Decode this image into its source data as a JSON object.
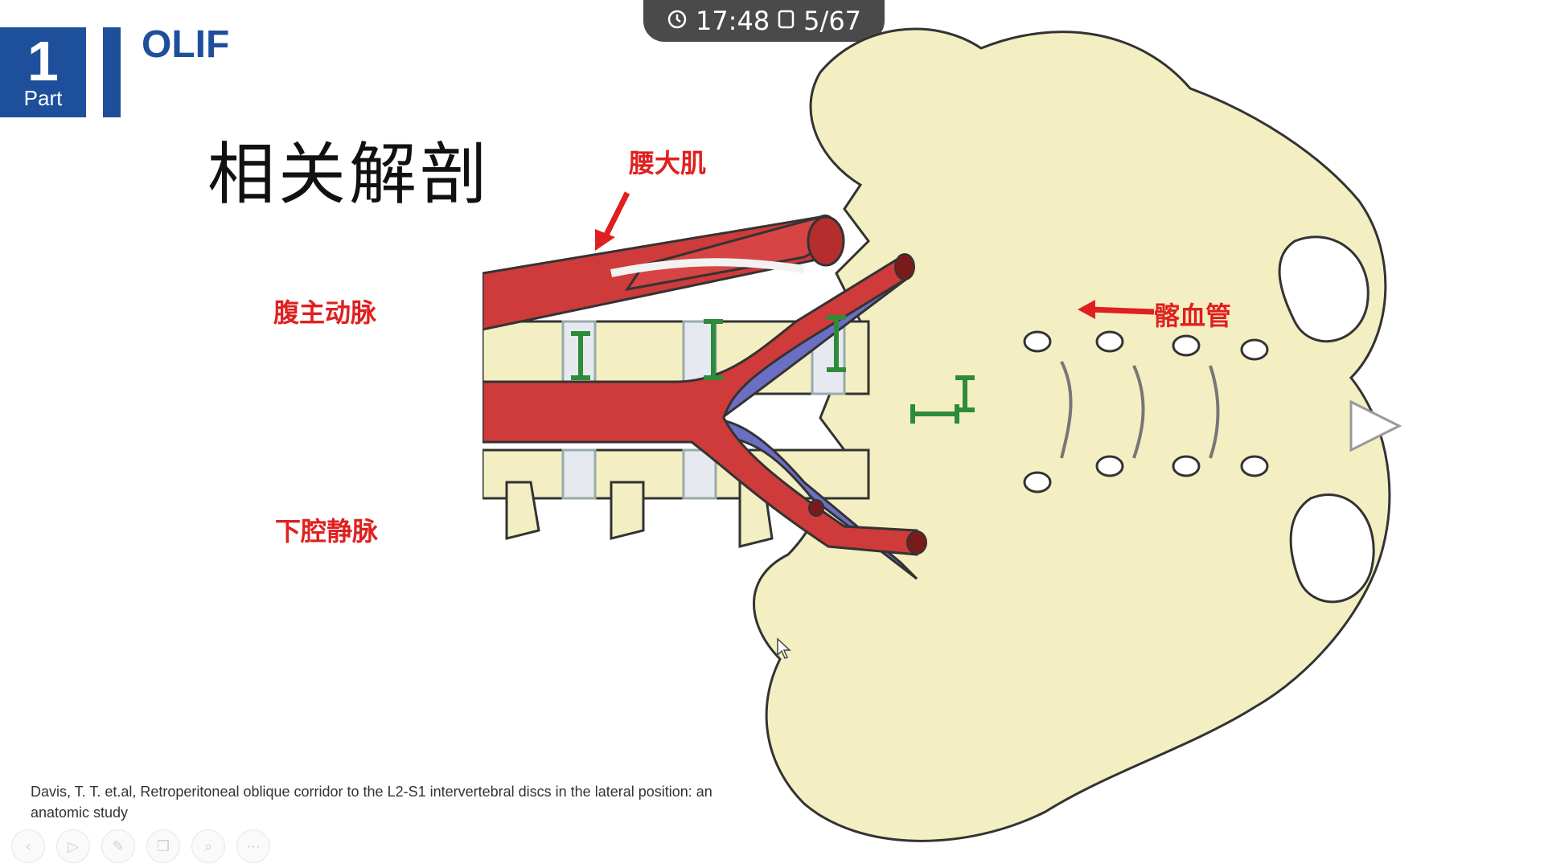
{
  "slide": {
    "part_number": "1",
    "part_label": "Part",
    "section_title": "OLIF",
    "heading": "相关解剖",
    "citation_line1": "Davis, T. T. et.al, Retroperitoneal oblique corridor to the L2-S1 intervertebral discs in the lateral position: an",
    "citation_line2": "anatomic study"
  },
  "timer": {
    "time": "17:48",
    "page": "5/67",
    "clock_icon": "clock-icon",
    "page_icon": "slide-page-icon"
  },
  "labels": {
    "psoas": "腰大肌",
    "aorta": "腹主动脉",
    "ivc": "下腔静脉",
    "iliac": "髂血管"
  },
  "colors": {
    "brand_blue": "#1e4f9b",
    "label_red": "#e02020",
    "bone": "#f3efc2",
    "muscle_red": "#cf3a3a",
    "vein_blue": "#6b6fc4",
    "marker_green": "#2e8b3a"
  },
  "toolbar": [
    {
      "icon": "prev-icon",
      "glyph": "‹"
    },
    {
      "icon": "play-icon",
      "glyph": "▷"
    },
    {
      "icon": "pen-icon",
      "glyph": "✎"
    },
    {
      "icon": "copy-icon",
      "glyph": "❐"
    },
    {
      "icon": "zoom-icon",
      "glyph": "⌕"
    },
    {
      "icon": "more-icon",
      "glyph": "⋯"
    }
  ]
}
